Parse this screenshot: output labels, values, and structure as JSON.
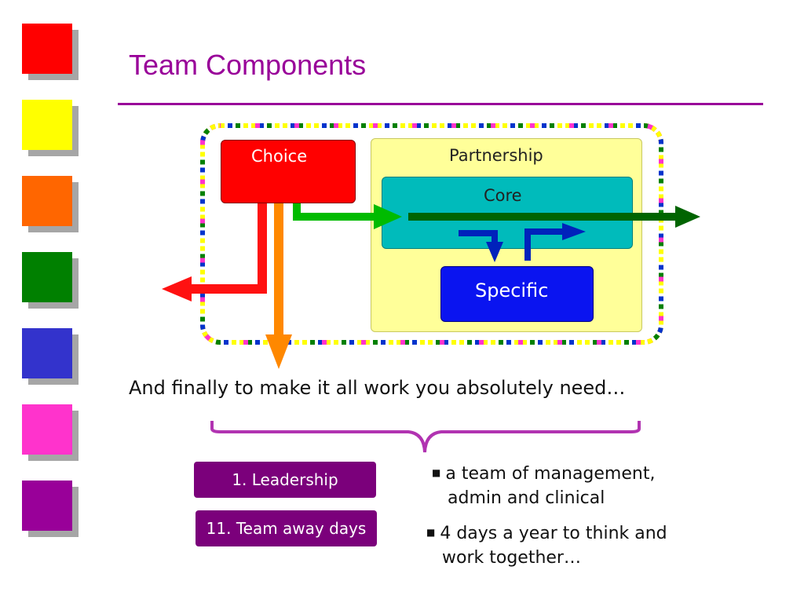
{
  "slide": {
    "title": "Team Components"
  },
  "sidebar": {
    "colors": [
      "#ff0000",
      "#ffff00",
      "#ff6600",
      "#008000",
      "#3333cc",
      "#ff33cc",
      "#990099"
    ]
  },
  "diagram": {
    "choice": "Choice",
    "partnership": "Partnership",
    "core": "Core",
    "specific": "Specific"
  },
  "subtitle": "And finally to make it all work you absolutely need…",
  "items": [
    {
      "label": "1. Leadership",
      "bullet_line1": "a team of management,",
      "bullet_line2": "admin and clinical"
    },
    {
      "label": "11. Team away days",
      "bullet_line1": "4 days a year to think and",
      "bullet_line2": "work together…"
    }
  ],
  "colors": {
    "accent": "#990099",
    "pill": "#7b007b"
  }
}
